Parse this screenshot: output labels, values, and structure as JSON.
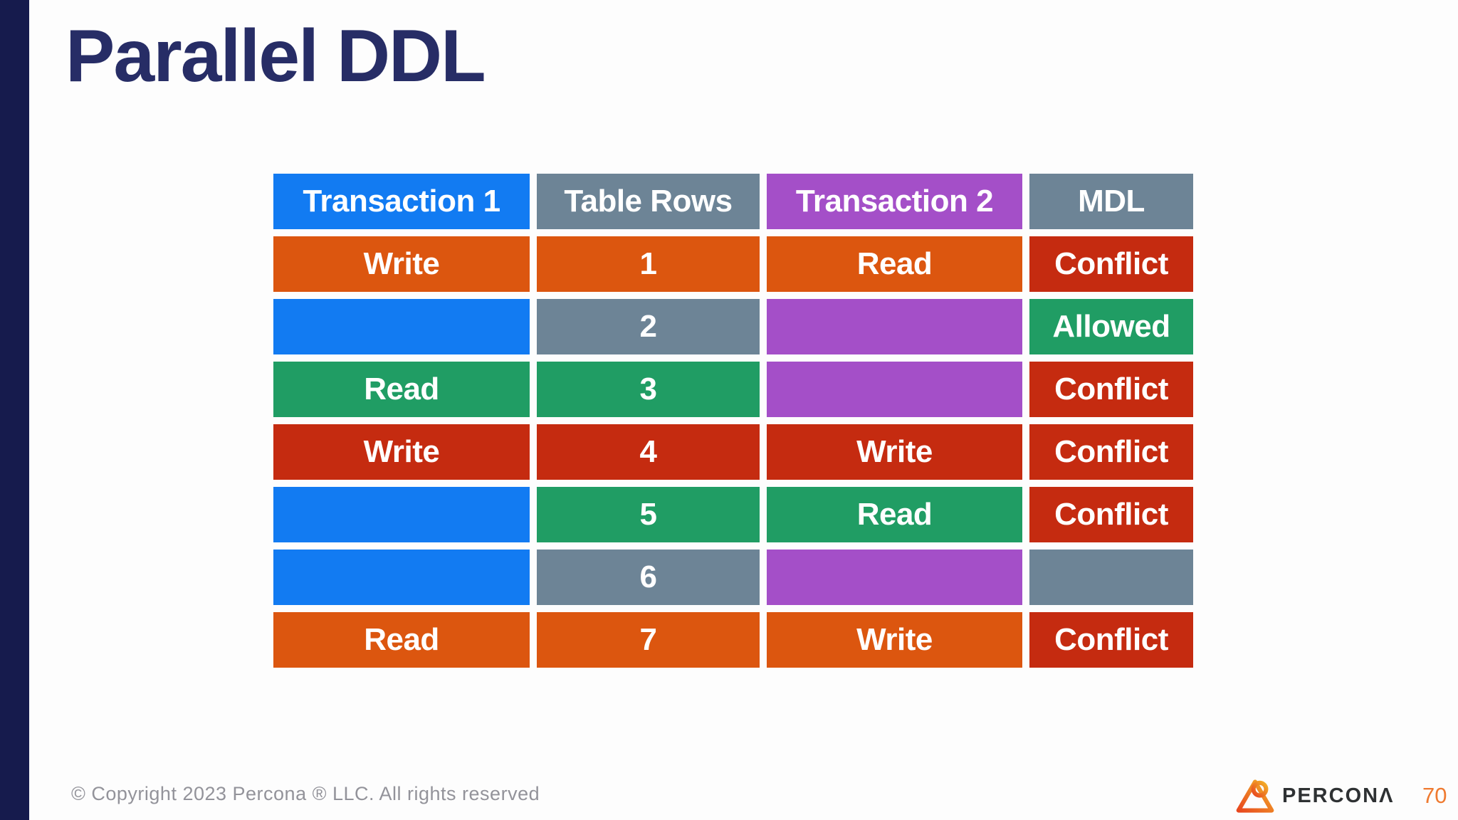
{
  "slide": {
    "title": "Parallel DDL",
    "footer": "© Copyright 2023 Percona ® LLC. All rights reserved",
    "page_number": "70"
  },
  "logo": {
    "brand": "PERCONΛ",
    "icon": "percona-triangle-logo"
  },
  "palette": {
    "blue": "#127bf2",
    "gray": "#6d8496",
    "purple": "#a44fc8",
    "orange": "#dc560f",
    "red": "#c52b10",
    "green": "#209d64",
    "navy_bar": "#161b4d",
    "title_color": "#272d66",
    "footer_gray": "#93939a",
    "page_number_orange": "#ef7a30"
  },
  "table": {
    "columns": [
      {
        "label": "Transaction 1",
        "color": "blue"
      },
      {
        "label": "Table Rows",
        "color": "gray"
      },
      {
        "label": "Transaction 2",
        "color": "purple"
      },
      {
        "label": "MDL",
        "color": "gray"
      }
    ],
    "rows": [
      [
        {
          "label": "Write",
          "color": "orange"
        },
        {
          "label": "1",
          "color": "orange"
        },
        {
          "label": "Read",
          "color": "orange"
        },
        {
          "label": "Conflict",
          "color": "red"
        }
      ],
      [
        {
          "label": "",
          "color": "blue"
        },
        {
          "label": "2",
          "color": "gray"
        },
        {
          "label": "",
          "color": "purple"
        },
        {
          "label": "Allowed",
          "color": "green"
        }
      ],
      [
        {
          "label": "Read",
          "color": "green"
        },
        {
          "label": "3",
          "color": "green"
        },
        {
          "label": "",
          "color": "purple"
        },
        {
          "label": "Conflict",
          "color": "red"
        }
      ],
      [
        {
          "label": "Write",
          "color": "red"
        },
        {
          "label": "4",
          "color": "red"
        },
        {
          "label": "Write",
          "color": "red"
        },
        {
          "label": "Conflict",
          "color": "red"
        }
      ],
      [
        {
          "label": "",
          "color": "blue"
        },
        {
          "label": "5",
          "color": "green"
        },
        {
          "label": "Read",
          "color": "green"
        },
        {
          "label": "Conflict",
          "color": "red"
        }
      ],
      [
        {
          "label": "",
          "color": "blue"
        },
        {
          "label": "6",
          "color": "gray"
        },
        {
          "label": "",
          "color": "purple"
        },
        {
          "label": "",
          "color": "gray"
        }
      ],
      [
        {
          "label": "Read",
          "color": "orange"
        },
        {
          "label": "7",
          "color": "orange"
        },
        {
          "label": "Write",
          "color": "orange"
        },
        {
          "label": "Conflict",
          "color": "red"
        }
      ]
    ]
  }
}
